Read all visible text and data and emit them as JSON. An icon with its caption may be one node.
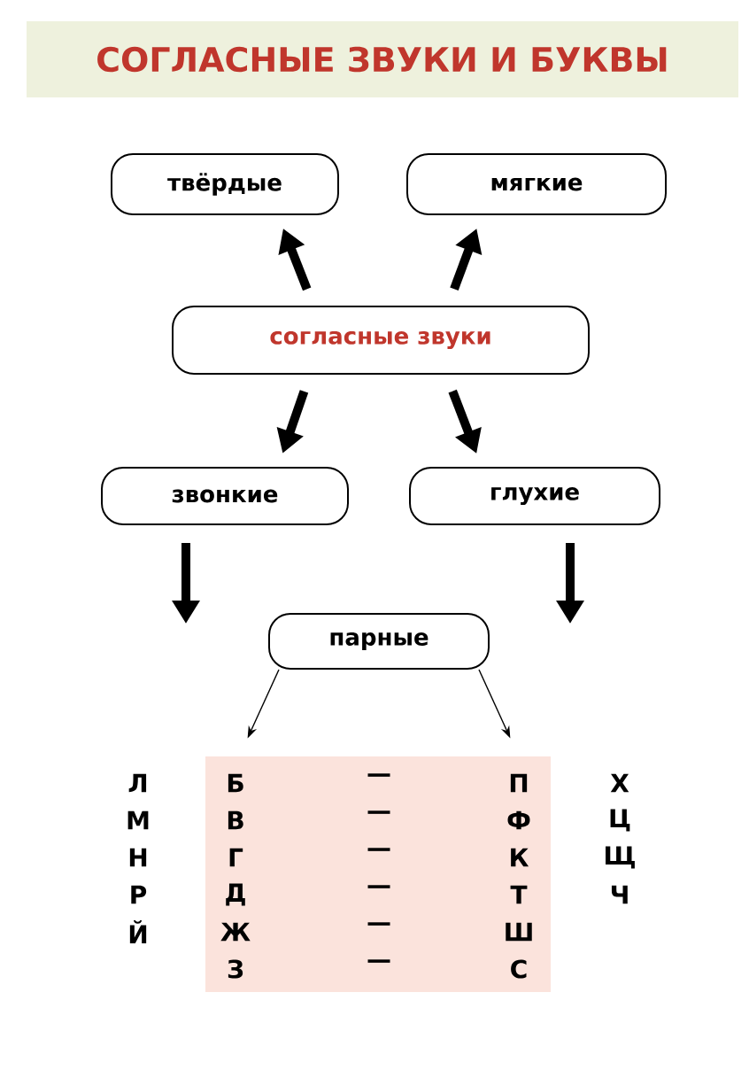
{
  "diagram": {
    "title": "СОГЛАСНЫЕ ЗВУКИ И БУКВЫ",
    "nodes": [
      {
        "text": [
          "твёрдые"
        ]
      },
      {
        "text": [
          "мягкие"
        ]
      },
      {
        "text": [
          "согласные звуки"
        ]
      },
      {
        "text": [
          "звонкие"
        ]
      },
      {
        "text": [
          "глухие"
        ]
      },
      {
        "text": [
          "парные"
        ]
      },
      {
        "text": [],
        "shape": "box"
      }
    ],
    "edges": [
      {
        "from": 2,
        "to": 0,
        "arrow": "to"
      },
      {
        "from": 2,
        "to": 1,
        "arrow": "to"
      },
      {
        "from": 2,
        "to": 3,
        "arrow": "to"
      },
      {
        "from": 2,
        "to": 4,
        "arrow": "to"
      },
      {
        "from": 3,
        "to": null,
        "arrow": "to"
      },
      {
        "from": 4,
        "to": null,
        "arrow": "to"
      },
      {
        "from": 5,
        "to": 6,
        "arrow": "to"
      },
      {
        "from": 5,
        "to": 6,
        "arrow": "to"
      }
    ],
    "labels": [
      "Л",
      "Б",
      "—",
      "П",
      "Х",
      "М",
      "В",
      "—",
      "Ф",
      "Ц",
      "Н",
      "Г",
      "—",
      "К",
      "Щ",
      "Р",
      "Д",
      "—",
      "Т",
      "Ч",
      "Й",
      "Ж",
      "—",
      "Ш",
      "З",
      "—",
      "С"
    ]
  }
}
